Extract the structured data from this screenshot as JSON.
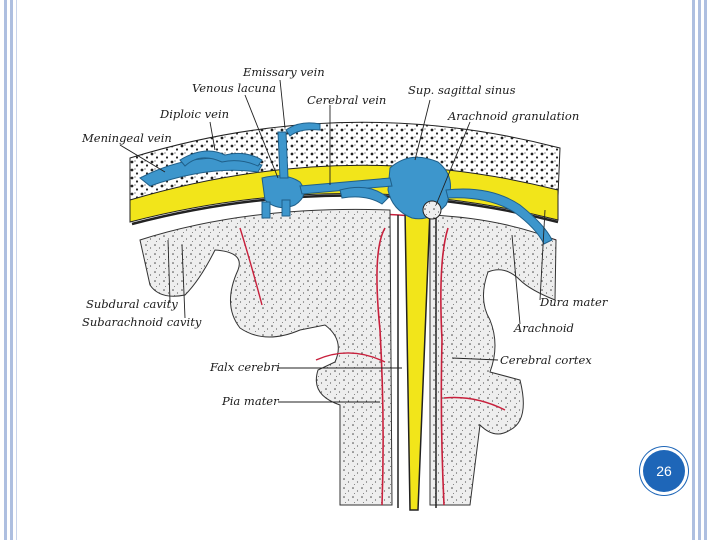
{
  "slide": {
    "page_number": "26",
    "frame_color": "#aebfe0",
    "badge_color": "#1e66b8"
  },
  "colors": {
    "vein_blue": "#3d96cc",
    "dura_yellow": "#f2e51a",
    "artery_red": "#c8203c",
    "bone_stipple": "#333333"
  },
  "labels": {
    "emissary_vein": "Emissary vein",
    "venous_lacuna": "Venous lacuna",
    "cerebral_vein": "Cerebral vein",
    "sup_sagittal_sinus": "Sup. sagittal sinus",
    "diploic_vein": "Diploic vein",
    "arachnoid_granulation": "Arachnoid granulation",
    "meningeal_vein": "Meningeal vein",
    "subdural_cavity": "Subdural cavity",
    "subarachnoid_cavity": "Subarachnoid cavity",
    "dura_mater": "Dura mater",
    "arachnoid": "Arachnoid",
    "falx_cerebri": "Falx cerebri",
    "cerebral_cortex": "Cerebral cortex",
    "pia_mater": "Pia mater"
  }
}
